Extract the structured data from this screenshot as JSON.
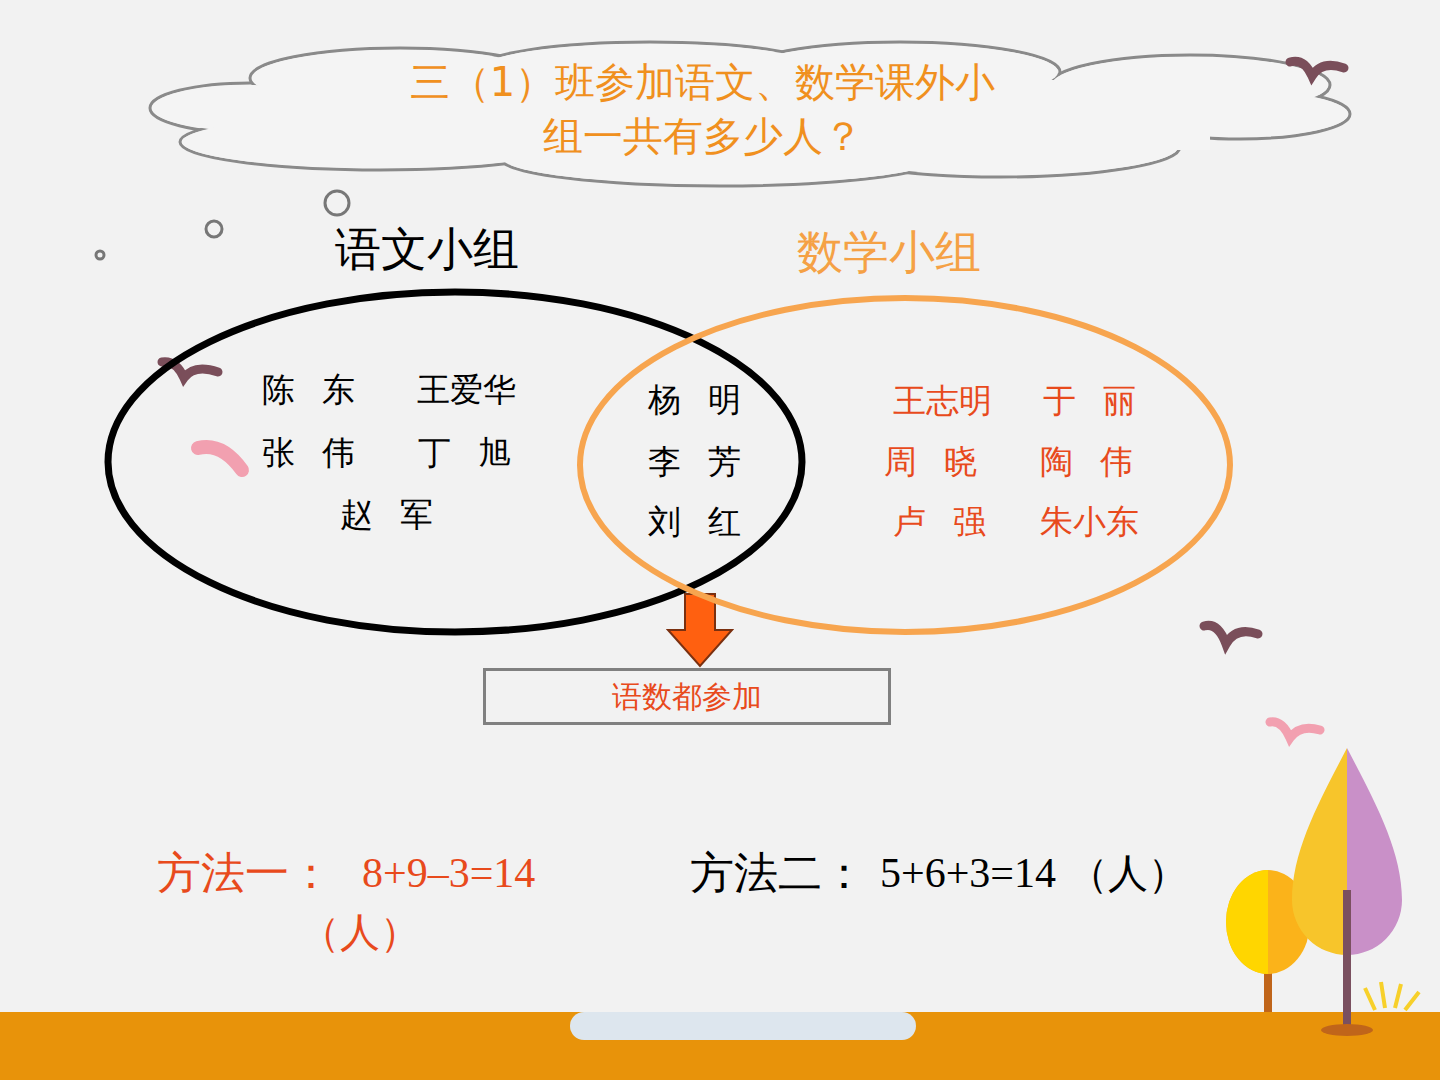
{
  "diagram": {
    "title": "三（1）班参加语文、数学课外小 组一共有多少人？",
    "nodes": [
      {
        "text": [
          "语文小组",
          "陈 东",
          "王爱华",
          "张 伟",
          "丁 旭",
          "赵 军"
        ]
      },
      {
        "text": [
          "数学小组",
          "王志明",
          "于 丽",
          "周 晓",
          "陶 伟",
          "卢 强",
          "朱小东"
        ]
      },
      {
        "text": [
          "杨 明",
          "李 芳",
          "刘 红"
        ],
        "in": 0
      },
      {
        "text": [
          "语数都参加"
        ]
      }
    ],
    "edges": [
      {
        "from": 2,
        "to": 3,
        "arrow": "to"
      }
    ],
    "labels": [
      "方法一：",
      "8+9–3=14",
      "（人）",
      "方法二：",
      "5+6+3=14",
      "（人）"
    ]
  }
}
